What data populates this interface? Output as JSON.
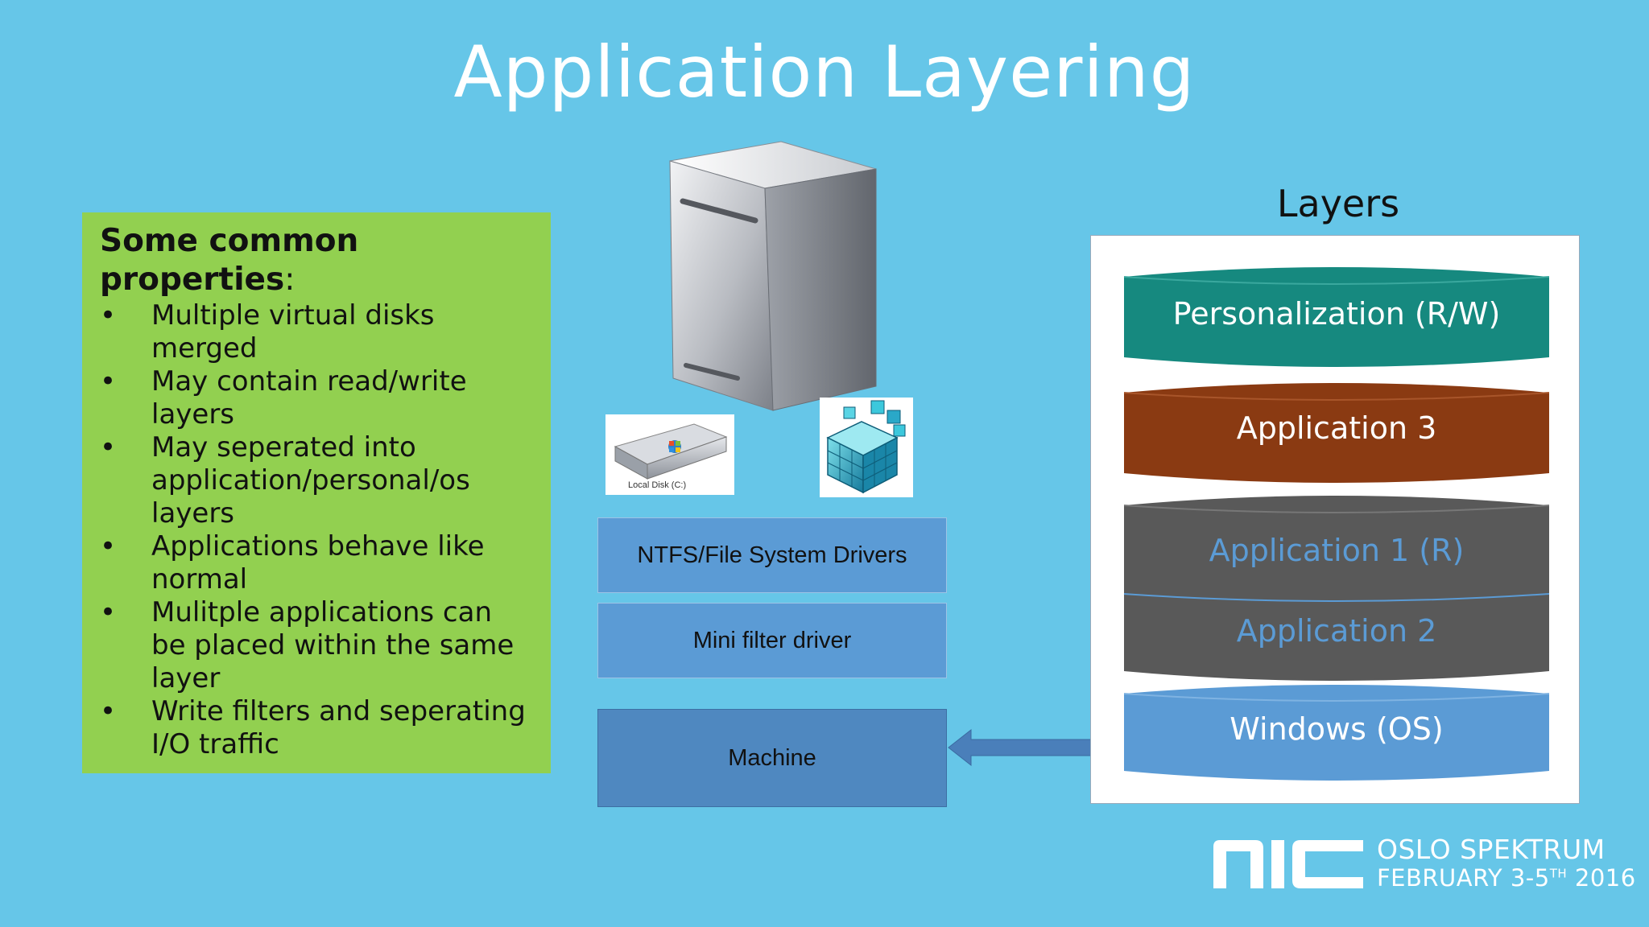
{
  "title": "Application Layering",
  "properties": {
    "heading_bold": "Some common properties",
    "heading_colon": ":",
    "bullet_glyph": "•",
    "items": [
      "Multiple virtual disks merged",
      "May contain read/write layers",
      "May seperated into application/personal/os layers",
      "Applications behave like normal",
      "Mulitple applications can be placed within the same layer",
      "Write filters and seperating I/O traffic"
    ]
  },
  "center": {
    "disk_caption": "Local Disk (C:)",
    "ntfs_label": "NTFS/File System Drivers",
    "mini_filter_label": "Mini filter driver",
    "machine_label": "Machine",
    "icons": [
      "server-icon",
      "local-disk-icon",
      "registry-cube-icon"
    ]
  },
  "layers": {
    "title": "Layers",
    "items": [
      {
        "label": "Personalization (R/W)",
        "color": "#16897f",
        "text_color": "#ffffff"
      },
      {
        "label": "Application 3",
        "color": "#8a3a12",
        "text_color": "#ffffff"
      },
      {
        "label": "Application 1 (R)",
        "color": "#595959",
        "text_color": "#5b9bd5"
      },
      {
        "label": "Application 2",
        "color": "#595959",
        "text_color": "#5b9bd5"
      },
      {
        "label": "Windows (OS)",
        "color": "#5b9bd5",
        "text_color": "#ffffff"
      }
    ]
  },
  "logo": {
    "mark": "NIC",
    "line1": "OSLO SPEKTRUM",
    "line2_prefix": "FEBRUARY 3-5",
    "line2_sup": "TH",
    "line2_suffix": " 2016"
  },
  "colors": {
    "background": "#66c6e8",
    "properties_box": "#92d050",
    "stack_box": "#5b9bd5",
    "machine_box": "#4f88c0"
  }
}
